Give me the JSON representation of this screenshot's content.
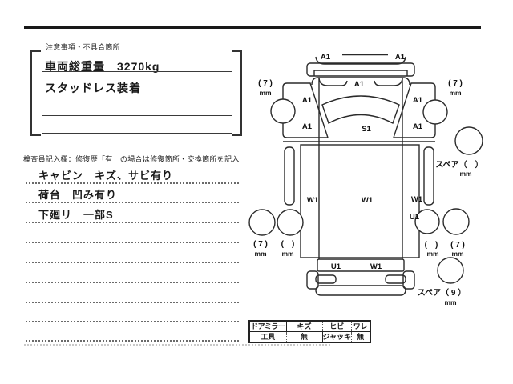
{
  "notes_panel": {
    "header": "注意事項・不具合箇所",
    "lines": [
      "車両総重量　3270kg",
      "スタッドレス装着"
    ]
  },
  "inspector_panel": {
    "header": "検査員記入欄：修復歴「有」の場合は修復箇所・交換箇所を記入",
    "entries": [
      "キャビン　キズ、サビ有り",
      "荷台　凹み有り",
      "下廻リ　一部S"
    ]
  },
  "diagram": {
    "panel_codes": {
      "front_overhang_left": "A1",
      "front_overhang_right": "A1",
      "cab_front": "A1",
      "cab_left_front": "A1",
      "cab_left_rear": "A1",
      "cab_right_front": "A1",
      "cab_right_rear": "A1",
      "windshield": "S1",
      "bed_left_rail": "W1",
      "bed_floor": "W1",
      "bed_right_rail": "W1",
      "bed_right_under": "U1",
      "tailgate_left": "U1",
      "tailgate_right": "W1"
    },
    "tires": {
      "front_left": {
        "depth": "( 7 )",
        "unit": "mm"
      },
      "front_right": {
        "depth": "( 7 )",
        "unit": "mm"
      },
      "rear_left_outer": {
        "depth": "( 7 )",
        "unit": "mm"
      },
      "rear_left_inner": {
        "depth": "(　)",
        "unit": "mm"
      },
      "rear_right_inner": {
        "depth": "(　)",
        "unit": "mm"
      },
      "rear_right_outer": {
        "depth": "( 7 )",
        "unit": "mm"
      },
      "spare_front": {
        "label": "スペア（　）",
        "unit": "mm"
      },
      "spare_rear": {
        "label": "スペア（ 9 ）",
        "unit": "mm"
      }
    }
  },
  "equipment_table": {
    "rows": [
      [
        "ドアミラー",
        "キズ",
        "ヒビ",
        "ワレ"
      ],
      [
        "工具",
        "無",
        "ジャッキ",
        "無"
      ]
    ]
  }
}
